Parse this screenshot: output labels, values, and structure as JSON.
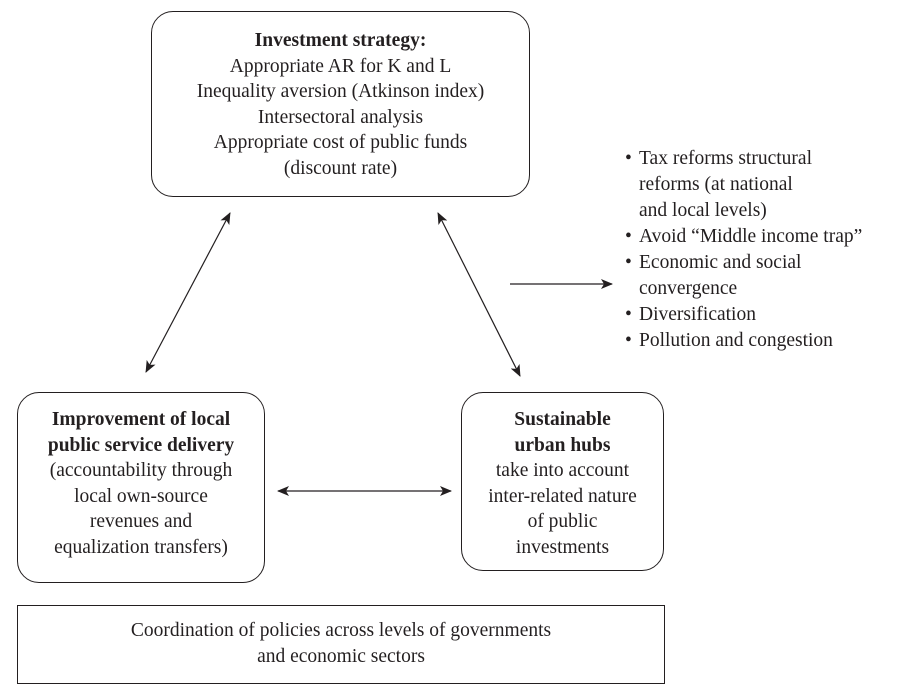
{
  "strategy": {
    "title": "Investment strategy:",
    "lines": [
      "Appropriate AR for K and L",
      "Inequality aversion (Atkinson index)",
      "Intersectoral analysis",
      "Appropriate cost of public funds",
      "(discount rate)"
    ]
  },
  "local": {
    "title_lines": [
      "Improvement of local",
      "public service delivery"
    ],
    "lines": [
      "(accountability through",
      "local own-source",
      "revenues and",
      "equalization transfers)"
    ]
  },
  "urban": {
    "title_lines": [
      "Sustainable",
      "urban hubs"
    ],
    "lines": [
      "take into account",
      "inter-related nature",
      "of public",
      "investments"
    ]
  },
  "outcomes": [
    [
      "Tax reforms structural",
      "reforms (at national",
      "and local levels)"
    ],
    [
      "Avoid “Middle income trap”"
    ],
    [
      "Economic and social",
      "convergence"
    ],
    [
      "Diversification"
    ],
    [
      "Pollution and congestion"
    ]
  ],
  "coordination": {
    "lines": [
      "Coordination of policies across levels of governments",
      "and economic sectors"
    ]
  },
  "bullet_char": "•"
}
